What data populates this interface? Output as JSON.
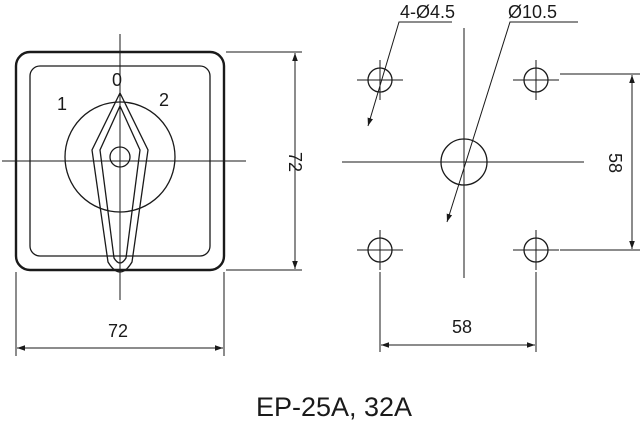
{
  "switch_view": {
    "positions": [
      "1",
      "0",
      "2"
    ],
    "width_dim": "72",
    "height_dim": "72"
  },
  "panel_cutout": {
    "mount_hole_callout": "4-Ø4.5",
    "center_hole_callout": "Ø10.5",
    "horizontal_spacing": "58",
    "vertical_spacing": "58"
  },
  "caption": "EP-25A, 32A"
}
